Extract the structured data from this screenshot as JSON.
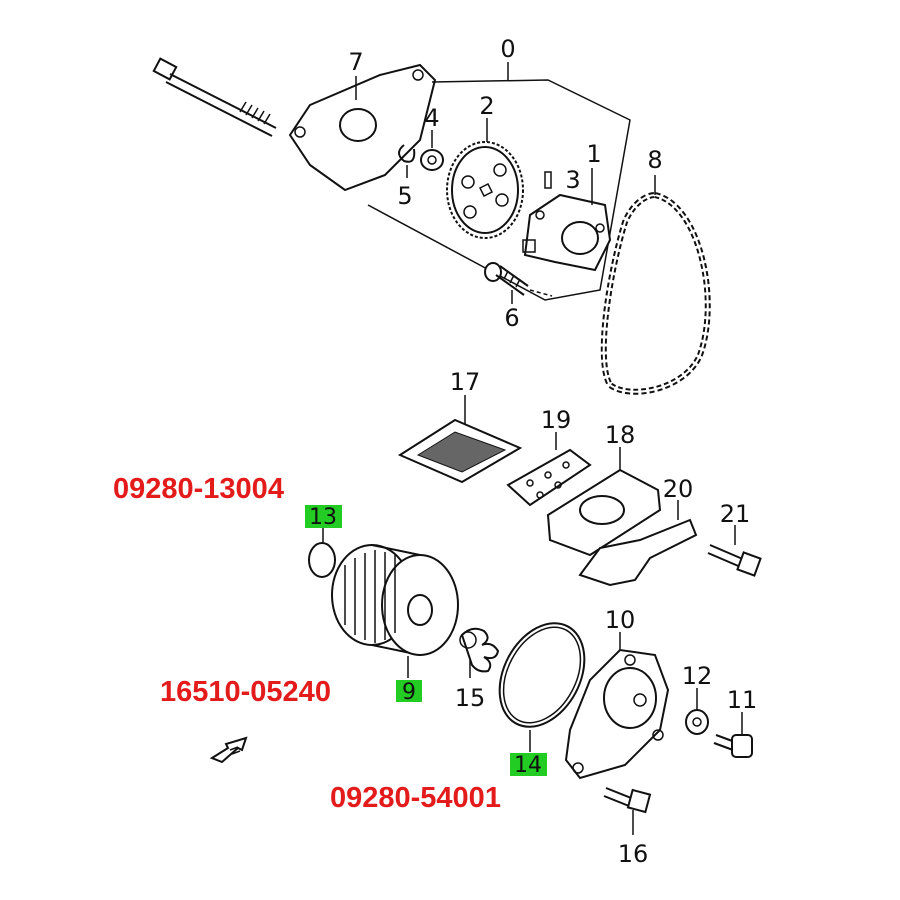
{
  "callouts": {
    "n0": "0",
    "n1": "1",
    "n2": "2",
    "n3": "3",
    "n4": "4",
    "n5": "5",
    "n6": "6",
    "n7": "7",
    "n8": "8",
    "n9": "9",
    "n10": "10",
    "n11": "11",
    "n12": "12",
    "n13": "13",
    "n14": "14",
    "n15": "15",
    "n16": "16",
    "n17": "17",
    "n18": "18",
    "n19": "19",
    "n20": "20",
    "n21": "21"
  },
  "part_numbers": {
    "gasket_13": "09280-13004",
    "filter_9": "16510-05240",
    "oring_14": "09280-54001"
  },
  "highlight_color": "#22cc22",
  "part_number_color": "#e31b1b"
}
